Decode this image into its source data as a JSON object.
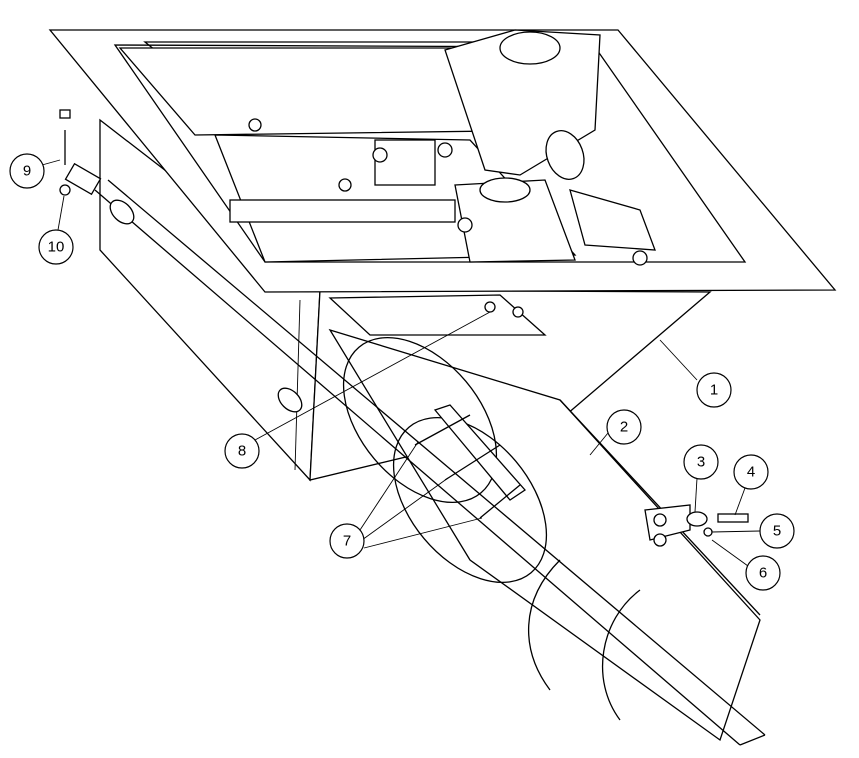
{
  "drawing": {
    "type": "exploded assembly drawing",
    "callouts": [
      {
        "label": "1"
      },
      {
        "label": "2"
      },
      {
        "label": "3"
      },
      {
        "label": "4"
      },
      {
        "label": "5"
      },
      {
        "label": "6"
      },
      {
        "label": "7"
      },
      {
        "label": "8"
      },
      {
        "label": "9"
      },
      {
        "label": "10"
      }
    ]
  }
}
